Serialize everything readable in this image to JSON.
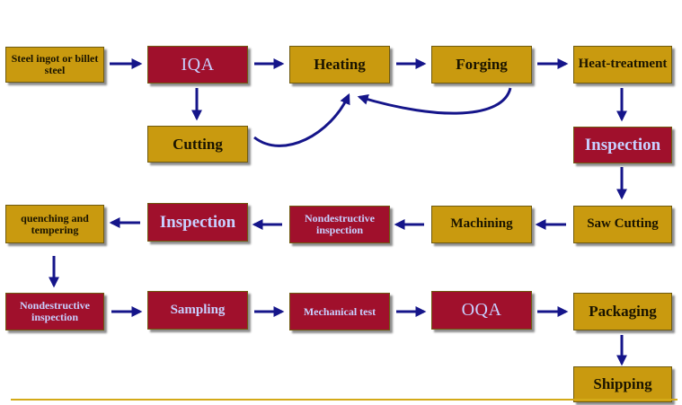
{
  "colors": {
    "gold": "#c99a0f",
    "red": "#a0102c",
    "arrow": "#15158a",
    "rule": "#d4aa18"
  },
  "nodes": {
    "steel_ingot": "Steel ingot or billet steel",
    "iqa": "IQA",
    "heating": "Heating",
    "forging": "Forging",
    "heat_treatment": "Heat-treatment",
    "cutting": "Cutting",
    "inspection_1": "Inspection",
    "saw_cutting": "Saw Cutting",
    "machining": "Machining",
    "nondestructive_1": "Nondestructive inspection",
    "inspection_2": "Inspection",
    "quenching": "quenching and tempering",
    "nondestructive_2": "Nondestructive inspection",
    "sampling": "Sampling",
    "mechanical_test": "Mechanical test",
    "oqa": "OQA",
    "packaging": "Packaging",
    "shipping": "Shipping"
  }
}
